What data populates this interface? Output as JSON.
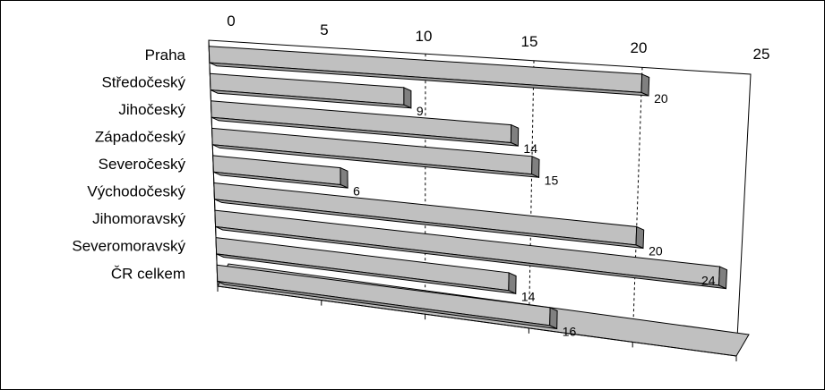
{
  "chart_data": {
    "type": "bar",
    "orientation": "horizontal",
    "style": "3d",
    "categories": [
      "Praha",
      "Středočeský",
      "Jihočeský",
      "Západočeský",
      "Severočeský",
      "Východočeský",
      "Jihomoravský",
      "Severomoravský",
      "ČR celkem"
    ],
    "values": [
      20,
      9,
      14,
      15,
      6,
      20,
      24,
      14,
      16
    ],
    "value_labels": [
      "20",
      "9",
      "14",
      "15",
      "6",
      "20",
      "24",
      "14",
      "16"
    ],
    "x_ticks": [
      "0",
      "5",
      "10",
      "15",
      "20",
      "25"
    ],
    "xlim": [
      0,
      25
    ],
    "grid": "dashed vertical at 10, 15, 20",
    "bar_color": "#c0c0c0",
    "bar_edge_color": "#000000"
  }
}
